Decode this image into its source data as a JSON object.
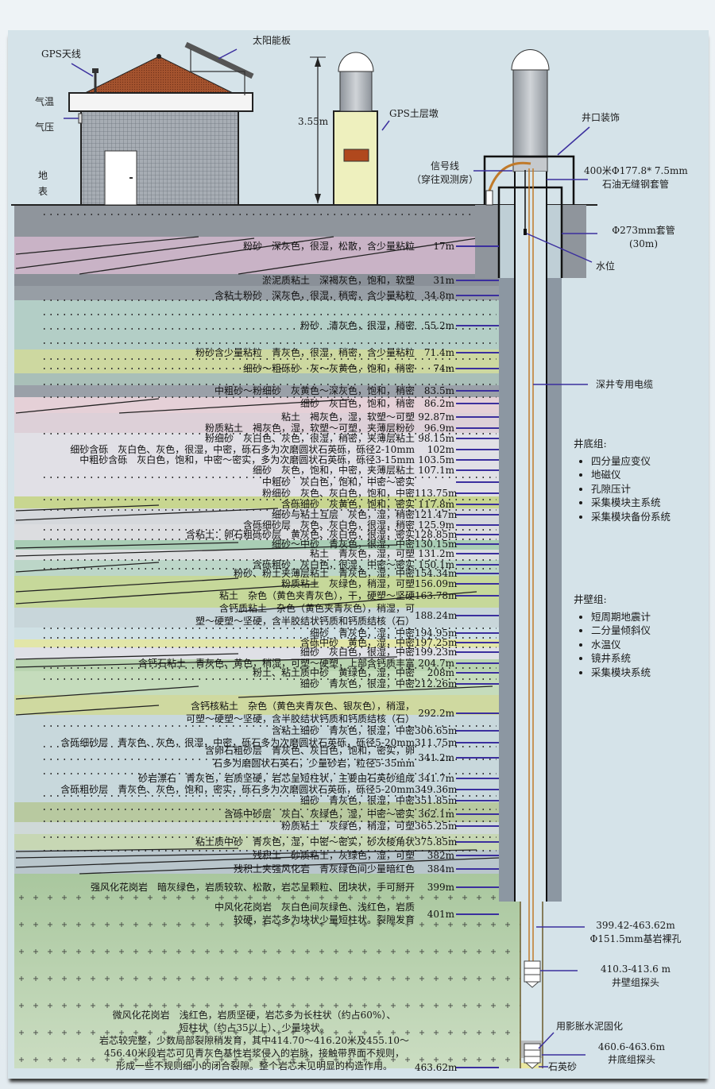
{
  "surface": {
    "gps_antenna": "GPS天线",
    "solar_panel": "太阳能板",
    "air_temp": "气温",
    "air_pressure": "气压",
    "ground_surface": "地表",
    "pier_height": "3.55m",
    "gps_pier": "GPS土层墩"
  },
  "well": {
    "wellhead": "井口装饰",
    "signal_line": "信号线",
    "signal_line_note": "（穿往观测房）",
    "casing_main": "400米Φ177.8* 7.5mm",
    "casing_main_note": "石油无缝钢套管",
    "casing_outer": "Φ273mm套管",
    "casing_outer_note": "(30m)",
    "water_level": "水位",
    "cable": "深井专用电缆",
    "bare_hole_range": "399.42-463.62m",
    "bare_hole": "Φ151.5mm基岩裸孔",
    "wall_probe_range": "410.3-413.6  m",
    "wall_probe": "井壁组探头",
    "cement": "用影胀水泥固化",
    "bottom_probe_range": "460.6-463.6m",
    "bottom_probe": "井底组探头",
    "quartz_sand": "石英砂"
  },
  "bottom_group": {
    "title": "井底组:",
    "items": [
      "四分量应变仪",
      "地磁仪",
      "孔隙压计",
      "采集模块主系统",
      "采集模块备份系统"
    ]
  },
  "wall_group": {
    "title": "井壁组:",
    "items": [
      "短周期地震计",
      "二分量倾斜仪",
      "水温仪",
      "镜井系统",
      "采集模块系统"
    ]
  },
  "strata": [
    {
      "desc": "粉砂　深灰色，很湿，松散，含少量粘粒",
      "depth": "17m"
    },
    {
      "desc": "淤泥质粘土　深褐灰色，饱和，软塑",
      "depth": "31m"
    },
    {
      "desc": "含粘土粉砂　深灰色，很湿，稍密，含少量粘粒",
      "depth": "34.8m"
    },
    {
      "desc": "粉砂　清灰色，很湿，稍密",
      "depth": "55.2m"
    },
    {
      "desc": "粉砂含少量粘粒　青灰色，很湿，稍密，含少量粘粒",
      "depth": "71.4m"
    },
    {
      "desc": "细砂～粗砾砂　灰～灰黄色，饱和，稍密",
      "depth": "74m"
    },
    {
      "desc": "中粗砂～粉细砂　灰黄色～深灰色，饱和，稍密",
      "depth": "83.5m"
    },
    {
      "desc": "细砂　灰白色，饱和，稍密",
      "depth": "86.2m"
    },
    {
      "desc": "粘土　褐灰色，湿，软塑～可塑",
      "depth": "92.87m"
    },
    {
      "desc": "粉质粘土　褐灰色，湿，软塑～可塑，夹薄层粉砂",
      "depth": "96.9m"
    },
    {
      "desc": "粉细砂　灰白色、灰色，很湿，稍密，夹薄层粘土",
      "depth": "98.15m"
    },
    {
      "desc": "细砂含砾　灰白色、灰色，很湿，中密，砾石多为次磨圆状石英砾，砾径2-10mm",
      "depth": "102m"
    },
    {
      "desc": "中粗砂含砾　灰白色，饱和，中密～密实，多为次磨圆状石英砾，砾径3-15mm",
      "depth": "103.5m"
    },
    {
      "desc": "细砂　灰色，饱和，中密，夹薄层粘土",
      "depth": "107.1m"
    },
    {
      "desc": "中粗砂　灰白色，饱和，中密～密实",
      "depth": ""
    },
    {
      "desc": "粉细砂　灰色、灰白色，饱和，中密",
      "depth": "113.75m"
    },
    {
      "desc": "含砾细砂　灰黄色，饱和，密实",
      "depth": "117.8m"
    },
    {
      "desc": "细砂与粘土互层　灰色，湿，稍密",
      "depth": "121.47m"
    },
    {
      "desc": "含砾细砂层　灰色、灰白色，很湿，稍密",
      "depth": "125.9m"
    },
    {
      "desc": "含粘土：卵石粗砾砂层　黄灰色、灰白色，很湿，密实",
      "depth": "128.85m"
    },
    {
      "desc": "细砂～中砂　青灰色，很湿，中密",
      "depth": "130.15m"
    },
    {
      "desc": "粘土　青灰色，湿，可塑",
      "depth": "131.2m"
    },
    {
      "desc": "含砾粗砂　灰白色，很湿，中密～密实",
      "depth": "150.1m"
    },
    {
      "desc": "粉砂、粉土夹薄层粘土　青灰色，湿，中密",
      "depth": "154.34m"
    },
    {
      "desc": "粉质粘土　灰绿色，稍湿，可塑",
      "depth": "156.09m"
    },
    {
      "desc": "粘土　杂色（黄色夹青灰色），干，硬塑～坚硬",
      "depth": "163.78m"
    },
    {
      "desc": "含钙质粘土　杂色（黄色夹青灰色），稍湿，可",
      "desc2": "塑～硬塑～坚硬，含半胶结状钙质和钙质结核（石）",
      "depth": "188.24m"
    },
    {
      "desc": "细砂　青灰色，湿，中密",
      "depth": "194.95m"
    },
    {
      "desc": "含砾中砂　黄色，湿，中密",
      "depth": "197.25m"
    },
    {
      "desc": "细砂　灰白色，很湿，中密",
      "depth": "199.23m"
    },
    {
      "desc": "含钙石粘土　青灰色、黄色，稍湿，可塑～硬塑，上部含钙质丰富",
      "depth": "204.7m"
    },
    {
      "desc": "粉土、粘土质中砂　黄绿色，湿，中密",
      "depth": "208m"
    },
    {
      "desc": "细砂　青灰色，很湿，中密",
      "depth": "212.26m"
    },
    {
      "desc": "含钙核粘土　杂色（黄色夹青灰色、银灰色），稍湿，",
      "desc2": "可塑～硬塑～坚硬，含半胶结状钙质和钙质结核（石）",
      "depth": "292.2m"
    },
    {
      "desc": "含粘土细砂　青灰色，很湿，中密",
      "depth": "306.65m"
    },
    {
      "desc": "含砾细砂层　青灰色、灰色，很湿，中密，砾石多为次磨圆状石英砾，砾径5-20mm",
      "depth": "311.75m"
    },
    {
      "desc": "含卵石粗砂层　青灰色、灰白色，饱和，密实，卵",
      "desc2": "石多为磨圆状石英石，少量砂岩，粒径5-35mm",
      "depth": "341.2m"
    },
    {
      "desc": "砂岩漂石　青灰色，岩质坚硬，岩芯呈短柱状，主要由石英砂组成",
      "depth": "341.7m"
    },
    {
      "desc": "含砾粗砂层　青灰色、灰色，饱和，密实，砾石多为次磨圆状石英砾，砾径5-20mm",
      "depth": "349.36m"
    },
    {
      "desc": "细砂　青灰色，很湿，中密",
      "depth": "351.85m"
    },
    {
      "desc": "含砾中砂层　灰白、灰绿色，湿，中密～密实",
      "depth": "362.1m"
    },
    {
      "desc": "粉质粘土　灰绿色，稍湿，可塑",
      "depth": "365.25m"
    },
    {
      "desc": "粘土质中砂　青灰色，湿，中密～密实，砂次棱角状",
      "depth": "375.85m"
    },
    {
      "desc": "残积土　砂质粘土，灰绿色，湿，可塑",
      "depth": "382m"
    },
    {
      "desc": "残积土夹强风化岩　青灰绿色间少量暗红色",
      "depth": "384m"
    },
    {
      "desc": "强风化花岗岩　暗灰绿色，岩质较软、松散，岩芯呈颗粒、团块状，手可掰开",
      "depth": "399m"
    },
    {
      "desc": "中风化花岗岩　灰白色间灰绿色、浅红色，岩质",
      "desc2": "较硬，岩芯多为块状少量短柱状。裂隙发育",
      "depth": "401m"
    }
  ],
  "bedrock_note": {
    "lines": [
      "微风化花岗岩　浅红色，岩质坚硬，岩芯多为长柱状（约占60%）、",
      "短柱状（约占35以上）、少量块状。",
      "岩芯较完整，少数局部裂隙稍发育，其中414.70～416.20米及455.10～",
      "456.40米段岩芯可见青灰色基性岩浆侵入的岩脉，接触带界面不规则，",
      "形成一些不规则细小的闭合裂隙。整个岩芯未见明显的构造作用。"
    ],
    "depth": "463.62m"
  },
  "colors": {
    "tick": "#3b2f9e",
    "roof": "#a4532e",
    "cable": "#c07a2a",
    "panel": "#d5e3e9"
  }
}
